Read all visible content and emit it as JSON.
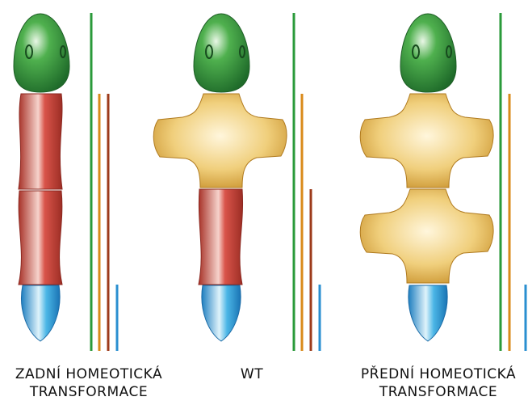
{
  "panels": [
    {
      "caption_line1": "ZADNÍ HOMEOTICKÁ",
      "caption_line2": "TRANSFORMACE",
      "segments": [
        "head",
        "thorax-red",
        "thorax-red",
        "tail"
      ]
    },
    {
      "caption_line1": "WT",
      "caption_line2": "",
      "segments": [
        "head",
        "thorax-yellow",
        "thorax-red",
        "tail"
      ]
    },
    {
      "caption_line1": "PŘEDNÍ HOMEOTICKÁ",
      "caption_line2": "TRANSFORMACE",
      "segments": [
        "head",
        "thorax-yellow",
        "thorax-yellow",
        "tail"
      ]
    }
  ],
  "colors": {
    "head": "#2e8b3a",
    "yellow_segment": "#e8b94a",
    "red_segment": "#c8413a",
    "tail": "#2a9bd6",
    "gene_green": "#2a9a3a",
    "gene_orange": "#d98a1a",
    "gene_brown": "#9c3a1a",
    "gene_blue": "#2a8fd0"
  }
}
